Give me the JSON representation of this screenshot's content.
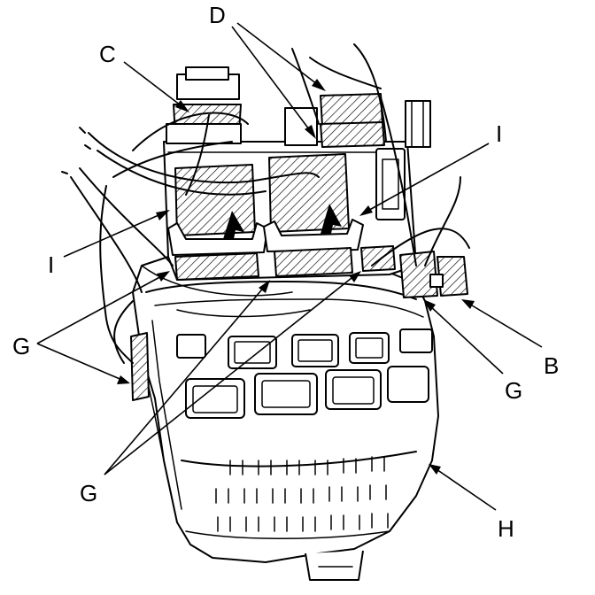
{
  "callouts": {
    "B": "B",
    "C": "C",
    "D": "D",
    "G_left": "G",
    "G_right": "G",
    "G_bottom": "G",
    "H": "H",
    "I_left": "I",
    "I_right": "I"
  }
}
